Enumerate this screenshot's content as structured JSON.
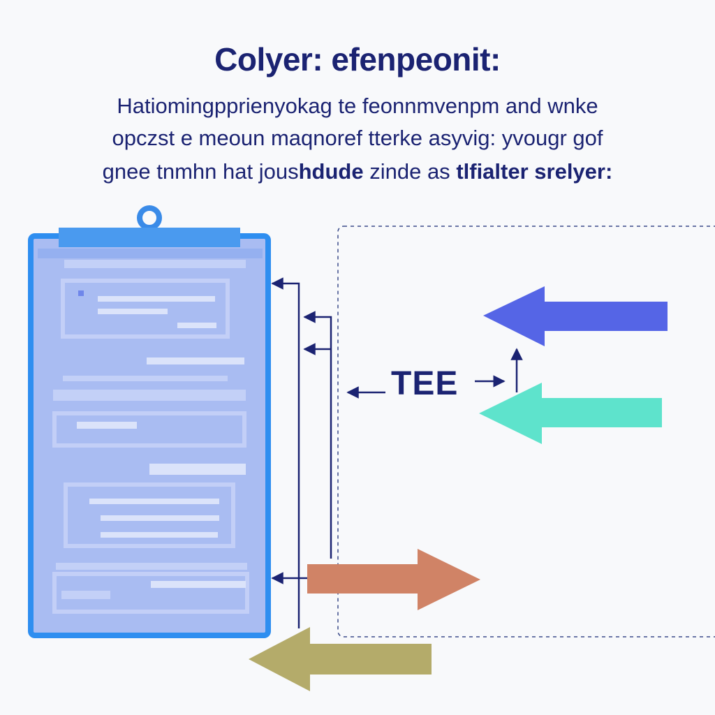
{
  "header": {
    "title": "Colyer: efenpeonit:",
    "line1": "Hatiomingpprienyokag te feonnmvenpm and wnke",
    "line2": "opczst e meoun maqnoref tterke asyvig: yvougr gof",
    "line3_a": "gnee tnmhn hat jous",
    "line3_b": "hdude",
    "line3_c": " zinde as ",
    "line3_d": "tlfialter srelyer:"
  },
  "diagram": {
    "center_label": "TEE",
    "colors": {
      "clipboard_border": "#2e8ef0",
      "clipboard_fill": "#a9bcf2",
      "clip_ring": "#3a8be8",
      "connector_line": "#1b2372",
      "arrow_blue": "#5565e6",
      "arrow_teal": "#5ee3cc",
      "arrow_salmon": "#d08366",
      "arrow_olive": "#b4ab6a",
      "dashed_frame": "#3a4b8a"
    }
  }
}
